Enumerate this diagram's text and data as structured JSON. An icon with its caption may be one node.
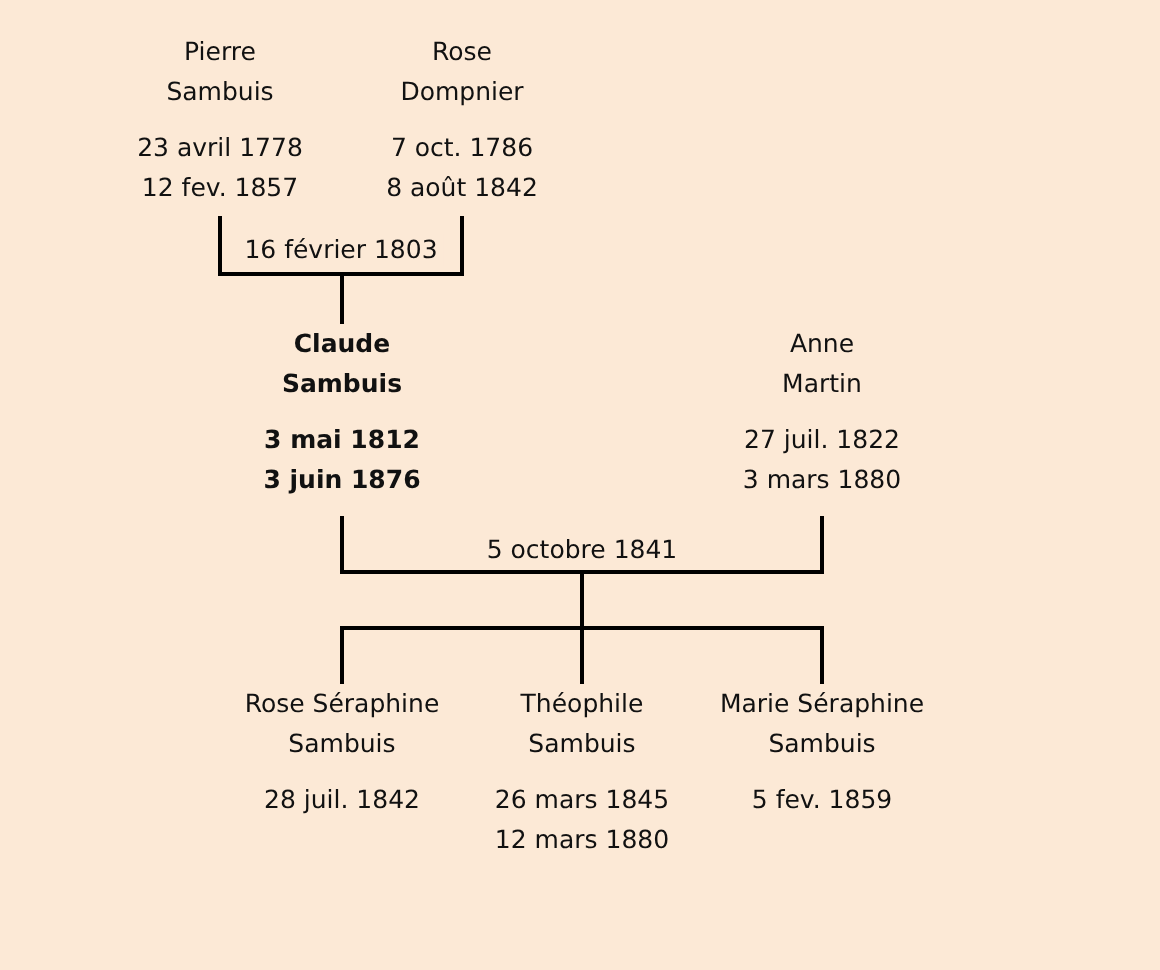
{
  "diagram": {
    "nodes": [
      {
        "text": [
          "Pierre Sambuis",
          "23 avril 1778 12 fev. 1857"
        ]
      },
      {
        "text": [
          "Rose Dompnier",
          "7 oct. 1786 8 août 1842"
        ]
      },
      {
        "text": [
          "Claude Sambuis",
          "3 mai 1812 3 juin 1876"
        ]
      },
      {
        "text": [
          "Anne Martin",
          "27 juil. 1822 3 mars 1880"
        ]
      },
      {
        "text": [
          "Rose Séraphine Sambuis",
          "28 juil. 1842"
        ]
      },
      {
        "text": [
          "Théophile Sambuis",
          "26 mars 1845 12 mars 1880"
        ]
      },
      {
        "text": [
          "Marie Séraphine Sambuis",
          "5 fev. 1859"
        ]
      }
    ],
    "edges": [
      {
        "from": 0,
        "to": 2,
        "arrow": "none",
        "label": "16 février 1803"
      },
      {
        "from": 1,
        "to": 2,
        "arrow": "none"
      },
      {
        "from": 2,
        "to": 4,
        "arrow": "none",
        "label": "5 octobre 1841"
      },
      {
        "from": 2,
        "to": 5,
        "arrow": "none"
      },
      {
        "from": 2,
        "to": 6,
        "arrow": "none"
      },
      {
        "from": 3,
        "to": 4,
        "arrow": "none"
      },
      {
        "from": 3,
        "to": 5,
        "arrow": "none"
      },
      {
        "from": 3,
        "to": 6,
        "arrow": "none"
      }
    ]
  }
}
